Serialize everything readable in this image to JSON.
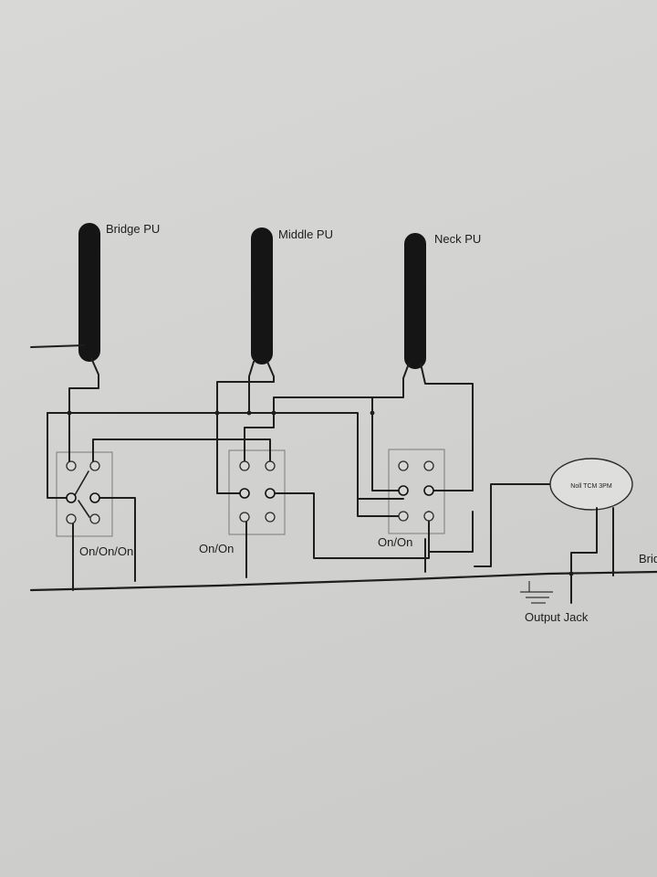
{
  "pickups": {
    "bridge": "Bridge PU",
    "middle": "Middle PU",
    "neck": "Neck PU"
  },
  "switches": {
    "bridge": "On/On/On",
    "middle": "On/On",
    "neck": "On/On"
  },
  "tone_control": "Noll TCM 3PM",
  "output": "Output Jack",
  "edge_text": "Brid"
}
